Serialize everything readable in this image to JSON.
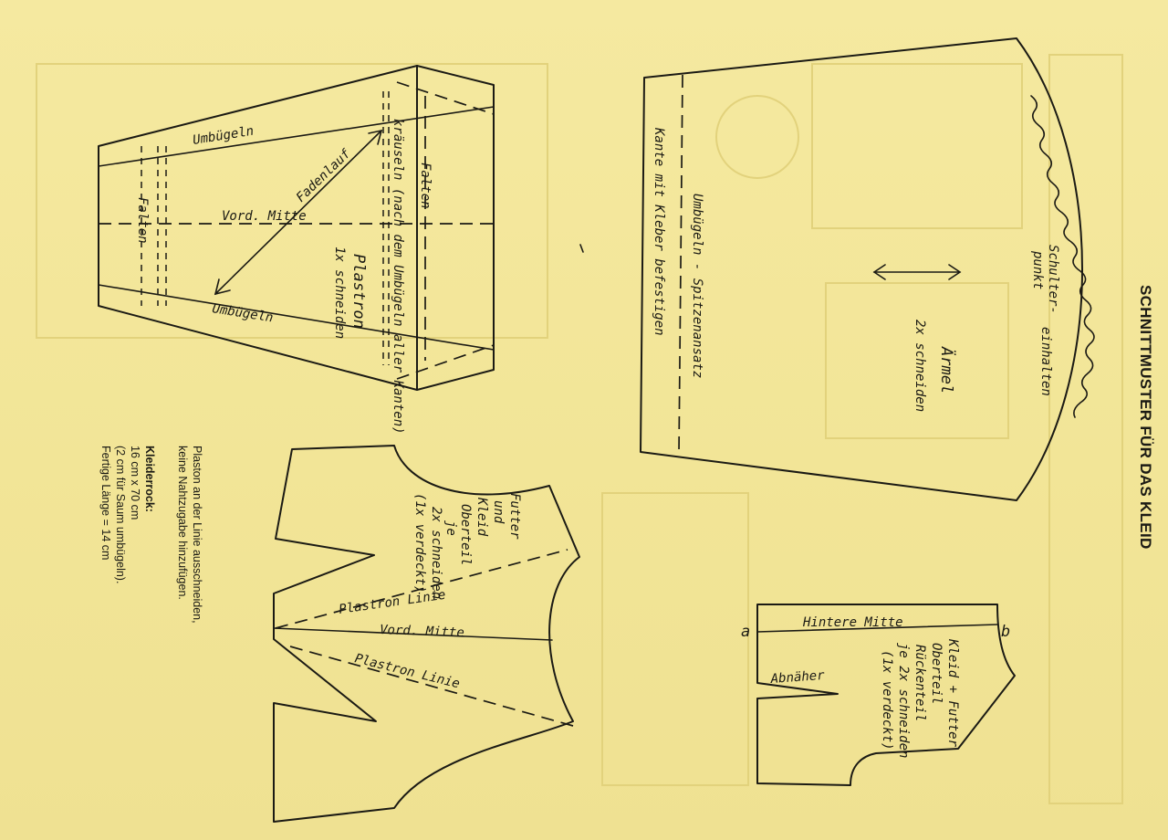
{
  "title": "SCHNITTMUSTER FÜR DAS KLEID",
  "plastron": {
    "umbuegeln_top": "Umbügeln",
    "umbuegeln_bottom": "Umbügeln",
    "falten_left": "Falten",
    "falten_right": "Falten",
    "vord_mitte": "Vord. Mitte",
    "fadenlauf": "Fadenlauf",
    "kraeuseln": "kräuseln (nach dem Umbügeln aller Kanten)",
    "piece_name": "Plastron",
    "cut_count": "1x schneiden"
  },
  "aermel": {
    "piece_name": "Ärmel",
    "cut_count": "2x schneiden",
    "schulterpunkt_1": "Schulter-",
    "schulterpunkt_2": "punkt",
    "einhalten": "einhalten",
    "umbuegeln_spitze": "Umbügeln - Spitzenansatz",
    "kante": "Kante mit Kleber befestigen"
  },
  "oberteil": {
    "label_1": "Futter",
    "label_2": "und",
    "label_3": "Kleid",
    "label_4": "Oberteil",
    "label_5": "je",
    "label_6": "2x schneiden",
    "label_7": "(1x verdeckt)",
    "plastron_linie_top": "Plastron Linie",
    "vord_mitte": "Vord. Mitte",
    "plastron_linie_bottom": "Plastron Linie"
  },
  "rueckenteil": {
    "hintere_mitte": "Hintere Mitte",
    "abnaeher": "Abnäher",
    "point_a": "a",
    "point_b": "b",
    "label_1": "Kleid + Futter",
    "label_2": "Oberteil",
    "label_3": "Rückenteil",
    "label_4": "je 2x schneiden",
    "label_5": "(1x verdeckt)"
  },
  "notes": {
    "line_1": "Plaston an der Linie ausschneiden,",
    "line_2": "keine Nahtzugabe hinzufügen.",
    "kleiderrock_heading": "Kleiderrock:",
    "kleiderrock_1": "16 cm x 70 cm",
    "kleiderrock_2": "(2 cm für Saum umbügeln).",
    "kleiderrock_3": "Fertige Länge = 14 cm"
  }
}
